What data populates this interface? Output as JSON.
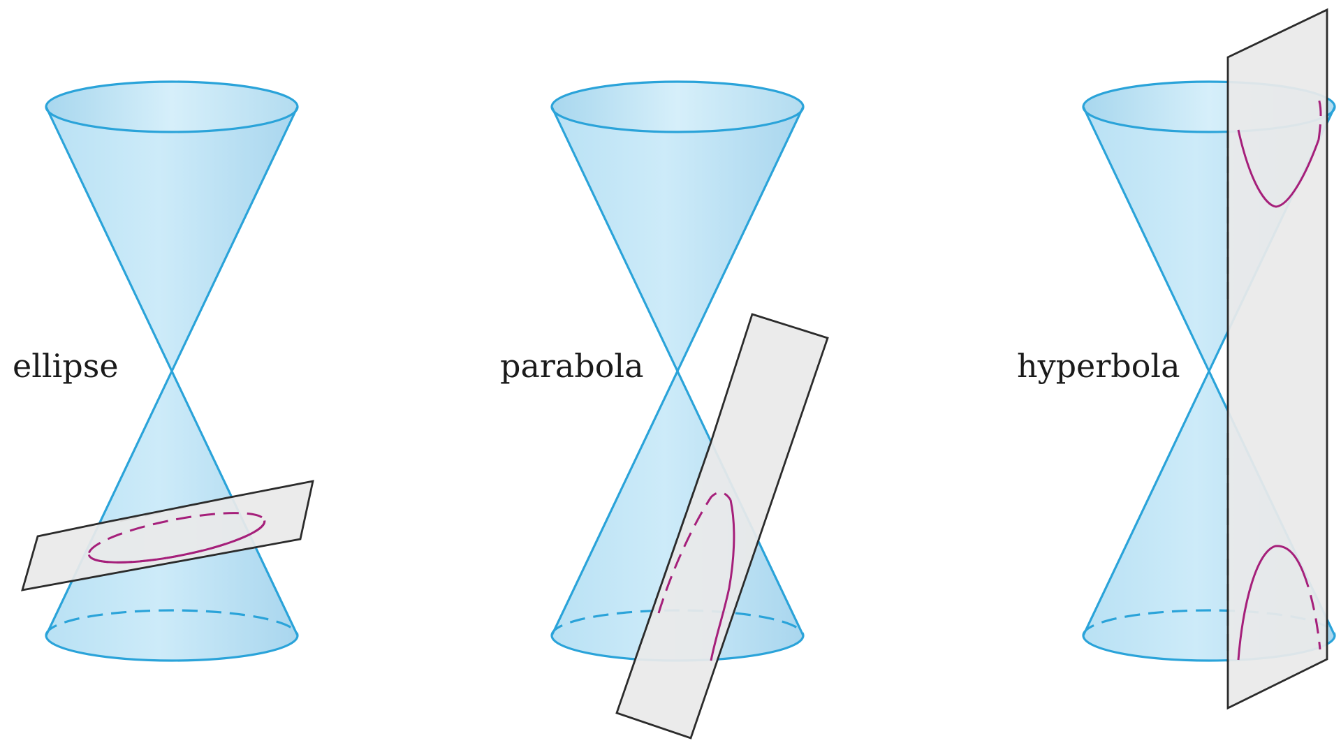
{
  "panels": [
    {
      "id": "ellipse",
      "label": "ellipse"
    },
    {
      "id": "parabola",
      "label": "parabola"
    },
    {
      "id": "hyperbola",
      "label": "hyperbola"
    }
  ],
  "colors": {
    "cone_fill": "#c9e9f8",
    "cone_edge": "#2aa3d9",
    "plane_fill": "#e9e9ea",
    "plane_edge": "#2b2b2b",
    "conic_curve": "#a51f7a",
    "label_text": "#1a1a1a"
  }
}
